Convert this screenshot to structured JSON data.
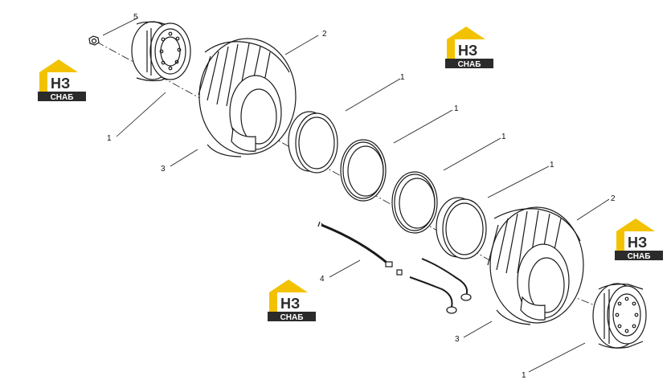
{
  "diagram": {
    "callouts": [
      {
        "id": "c5",
        "text": "5"
      },
      {
        "id": "c2a",
        "text": "2"
      },
      {
        "id": "c1a",
        "text": "1"
      },
      {
        "id": "c1b",
        "text": "1"
      },
      {
        "id": "c1c",
        "text": "1"
      },
      {
        "id": "c1d",
        "text": "1"
      },
      {
        "id": "c1e",
        "text": "1"
      },
      {
        "id": "c3a",
        "text": "3"
      },
      {
        "id": "c2b",
        "text": "2"
      },
      {
        "id": "c4",
        "text": "4"
      },
      {
        "id": "c3b",
        "text": "3"
      },
      {
        "id": "c1f",
        "text": "1"
      }
    ]
  },
  "watermark": {
    "letters": "НЗ",
    "caption": "СНАБ",
    "accent_color": "#f2c200",
    "dark_color": "#2b2b2b"
  },
  "colors": {
    "line": "#1a1a1a",
    "background": "#ffffff"
  }
}
